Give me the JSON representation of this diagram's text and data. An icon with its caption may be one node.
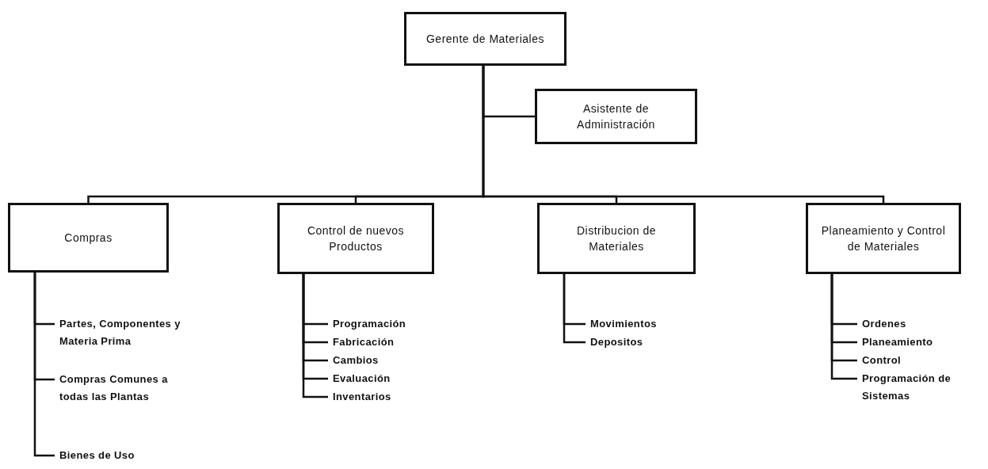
{
  "diagram": {
    "nodes": [
      {
        "text": [
          "Gerente de Materiales"
        ]
      },
      {
        "text": [
          "Asistente de Administración"
        ]
      },
      {
        "text": [
          "Compras"
        ]
      },
      {
        "text": [
          "Control de nuevos Productos"
        ]
      },
      {
        "text": [
          "Distribucion de Materiales"
        ]
      },
      {
        "text": [
          "Planeamiento y Control de Materiales"
        ]
      },
      {
        "text": [
          "Partes, Componentes y Materia Prima"
        ]
      },
      {
        "text": [
          "Compras Comunes a todas las Plantas"
        ]
      },
      {
        "text": [
          "Bienes de Uso"
        ]
      },
      {
        "text": [
          "Programación"
        ]
      },
      {
        "text": [
          "Fabricación"
        ]
      },
      {
        "text": [
          "Cambios"
        ]
      },
      {
        "text": [
          "Evaluación"
        ]
      },
      {
        "text": [
          "Inventarios"
        ]
      },
      {
        "text": [
          "Movimientos"
        ]
      },
      {
        "text": [
          "Depositos"
        ]
      },
      {
        "text": [
          "Ordenes"
        ]
      },
      {
        "text": [
          "Planeamiento"
        ]
      },
      {
        "text": [
          "Control"
        ]
      },
      {
        "text": [
          "Programación de Sistemas"
        ]
      }
    ],
    "edges": [
      {
        "from": 0,
        "to": 1,
        "arrow": "none"
      },
      {
        "from": 0,
        "to": 2,
        "arrow": "none"
      },
      {
        "from": 0,
        "to": 3,
        "arrow": "none"
      },
      {
        "from": 0,
        "to": 4,
        "arrow": "none"
      },
      {
        "from": 0,
        "to": 5,
        "arrow": "none"
      },
      {
        "from": 2,
        "to": 6,
        "arrow": "none"
      },
      {
        "from": 2,
        "to": 7,
        "arrow": "none"
      },
      {
        "from": 2,
        "to": 8,
        "arrow": "none"
      },
      {
        "from": 3,
        "to": 9,
        "arrow": "none"
      },
      {
        "from": 3,
        "to": 10,
        "arrow": "none"
      },
      {
        "from": 3,
        "to": 11,
        "arrow": "none"
      },
      {
        "from": 3,
        "to": 12,
        "arrow": "none"
      },
      {
        "from": 3,
        "to": 13,
        "arrow": "none"
      },
      {
        "from": 4,
        "to": 14,
        "arrow": "none"
      },
      {
        "from": 4,
        "to": 15,
        "arrow": "none"
      },
      {
        "from": 5,
        "to": 16,
        "arrow": "none"
      },
      {
        "from": 5,
        "to": 17,
        "arrow": "none"
      },
      {
        "from": 5,
        "to": 18,
        "arrow": "none"
      },
      {
        "from": 5,
        "to": 19,
        "arrow": "none"
      }
    ]
  }
}
